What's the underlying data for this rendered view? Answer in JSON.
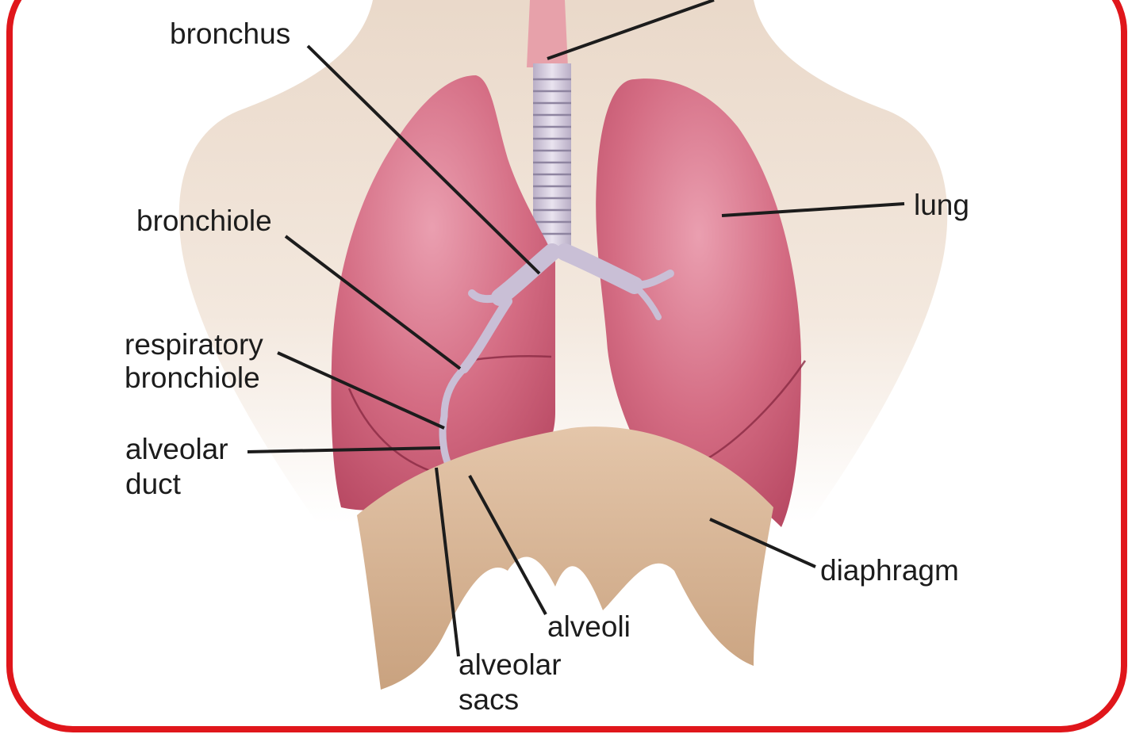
{
  "diagram": {
    "frame_color": "#e0161b",
    "labels": {
      "bronchus": "bronchus",
      "lung": "lung",
      "bronchiole": "bronchiole",
      "respiratory_bronchiole_line1": "respiratory",
      "respiratory_bronchiole_line2": "bronchiole",
      "alveolar_duct_line1": "alveolar",
      "alveolar_duct_line2": "duct",
      "diaphragm": "diaphragm",
      "alveoli": "alveoli",
      "alveolar_sacs_line1": "alveolar",
      "alveolar_sacs_line2": "sacs"
    },
    "colors": {
      "skin": "#ecd9c8",
      "lung": "#d2677e",
      "lung_highlight": "#e89aaa",
      "trachea": "#d7cfe0",
      "diaphragm": "#d9b99a",
      "leader_line": "#1c1c1c"
    }
  }
}
